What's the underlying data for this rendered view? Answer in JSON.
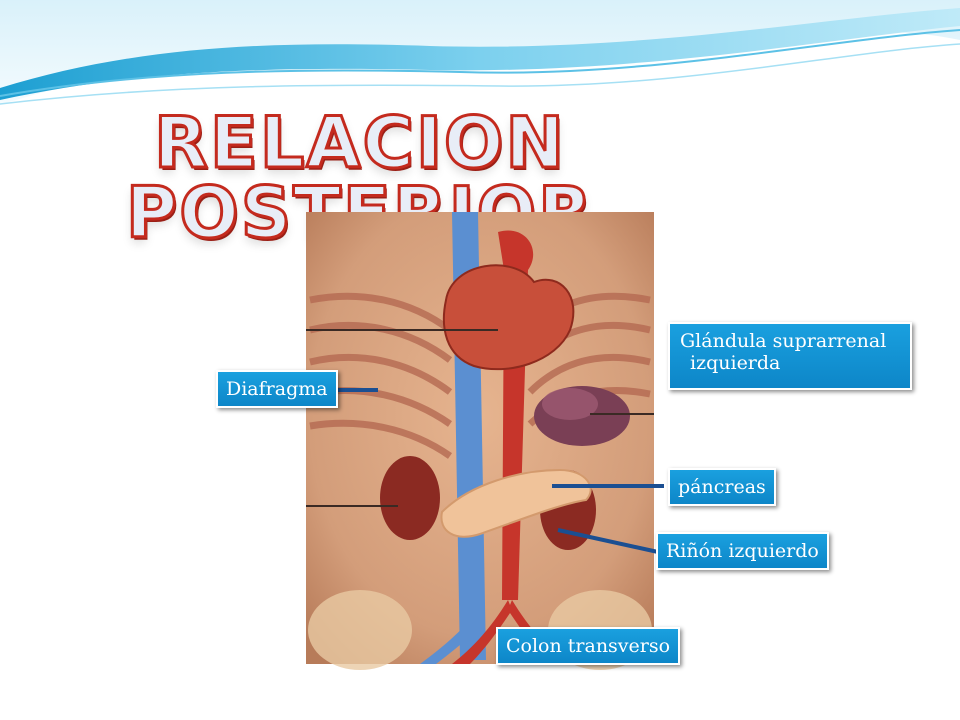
{
  "slide": {
    "title": "RELACION POSTERIOR"
  },
  "labels": {
    "suprarrenal_line1": "Glándula suprarrenal",
    "suprarrenal_line2": "izquierda",
    "diafragma": "Diafragma",
    "pancreas": "páncreas",
    "rinon": "Riñón izquierdo",
    "colon": "Colon transverso"
  },
  "colors": {
    "title_outline": "#c42a1e",
    "label_fill": "#1aa0df",
    "pointer_line": "#1b4f92",
    "header_wave": "#8fd3ea"
  }
}
